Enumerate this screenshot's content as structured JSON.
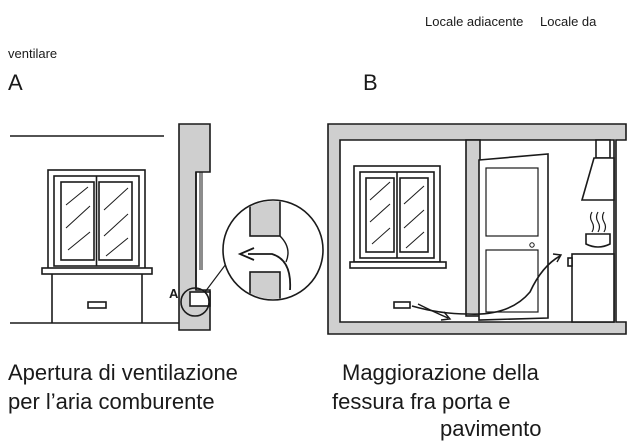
{
  "header": {
    "adjacent_room": "Locale adiacente",
    "room_to_ventilate_1": "Locale da",
    "room_to_ventilate_2": "ventilare"
  },
  "panels": {
    "a": {
      "label": "A",
      "marker": "A",
      "caption_1": "Apertura di ventilazione",
      "caption_2": "per l’aria comburente"
    },
    "b": {
      "label": "B",
      "caption_1": "Maggiorazione della",
      "caption_2": "fessura fra porta e",
      "caption_3": "pavimento"
    }
  },
  "colors": {
    "wall": "#cfcfcf",
    "line": "#1a1a1a"
  }
}
